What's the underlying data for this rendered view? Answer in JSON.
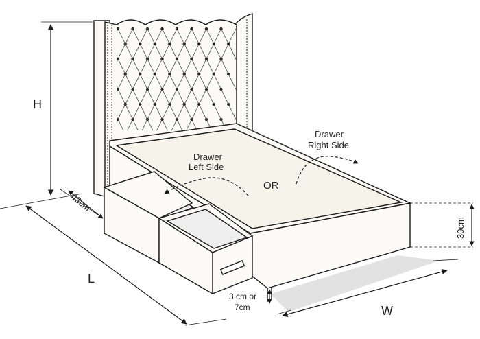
{
  "labels": {
    "height": "H",
    "length": "L",
    "width": "W",
    "depth": "43cm",
    "base_height": "30cm",
    "leg_line1": "3 cm or",
    "leg_line2": "7cm",
    "drawer_left_line1": "Drawer",
    "drawer_left_line2": "Left Side",
    "drawer_right_line1": "Drawer",
    "drawer_right_line2": "Right Side",
    "or": "OR"
  },
  "colors": {
    "line": "#1a1a1a",
    "fill": "#fbfaf6",
    "mattress": "#f6f3ea",
    "shadow": "#d9d9d9",
    "button": "#2a2a2a"
  },
  "icons": {
    "buttons": "tufting-button-icon",
    "arrows": "curved-arrow-icon"
  }
}
